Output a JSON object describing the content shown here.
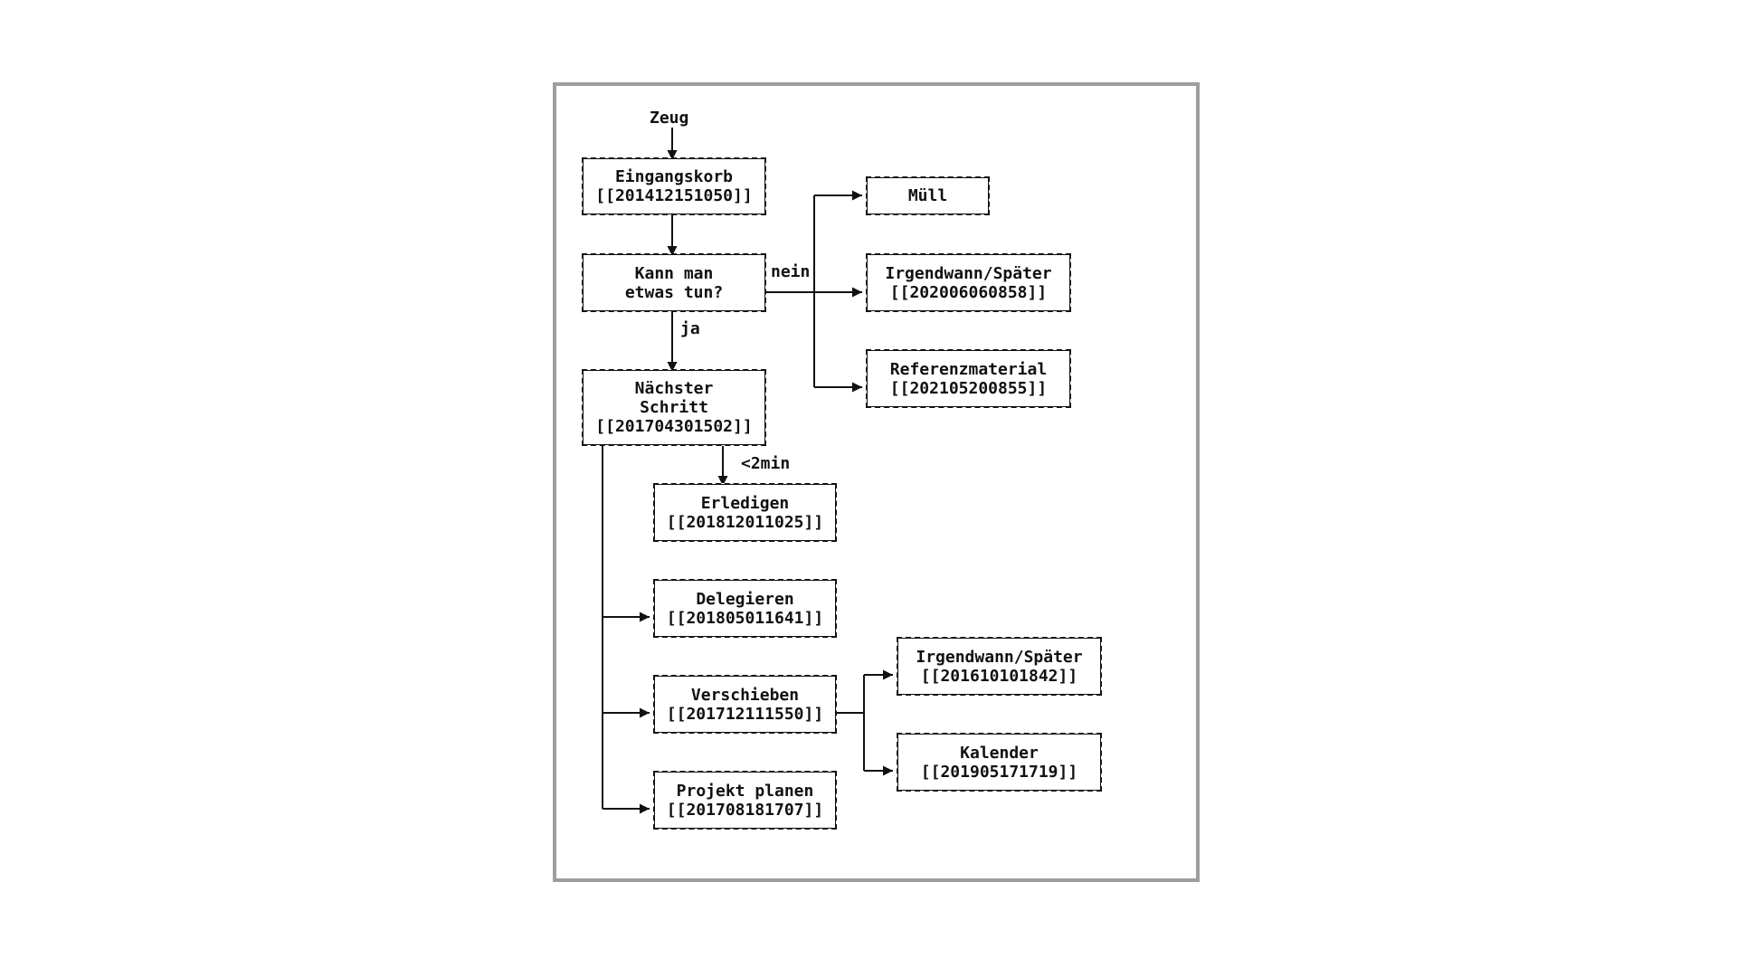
{
  "diagram": {
    "start_label": "Zeug",
    "nodes": {
      "eingangskorb": {
        "line1": "Eingangskorb",
        "line2": "[[201412151050]]"
      },
      "kann_man": {
        "line1": "Kann man",
        "line2": "etwas tun?"
      },
      "muell": {
        "line1": "Müll"
      },
      "irgendwann_1": {
        "line1": "Irgendwann/Später",
        "line2": "[[202006060858]]"
      },
      "referenz": {
        "line1": "Referenzmaterial",
        "line2": "[[202105200855]]"
      },
      "naechster": {
        "line1": "Nächster",
        "line2": "Schritt",
        "line3": "[[201704301502]]"
      },
      "erledigen": {
        "line1": "Erledigen",
        "line2": "[[201812011025]]"
      },
      "delegieren": {
        "line1": "Delegieren",
        "line2": "[[201805011641]]"
      },
      "verschieben": {
        "line1": "Verschieben",
        "line2": "[[201712111550]]"
      },
      "projekt": {
        "line1": "Projekt planen",
        "line2": "[[201708181707]]"
      },
      "irgendwann_2": {
        "line1": "Irgendwann/Später",
        "line2": "[[201610101842]]"
      },
      "kalender": {
        "line1": "Kalender",
        "line2": "[[201905171719]]"
      }
    },
    "edge_labels": {
      "nein": "nein",
      "ja": "ja",
      "two_min": "<2min"
    },
    "colors": {
      "frame": "#9e9e9e",
      "ink": "#111111",
      "background": "#ffffff"
    }
  }
}
